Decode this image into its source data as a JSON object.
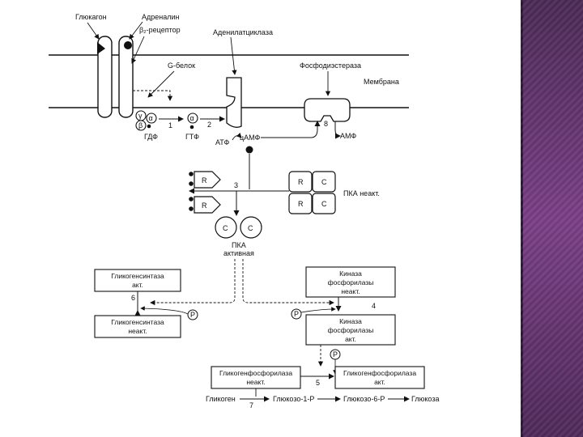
{
  "colors": {
    "sidebar": "#6b3a78",
    "ink": "#111111"
  },
  "labels": {
    "glucagon": "Глюкагон",
    "adrenaline": "Адреналин",
    "beta2_receptor": "β₂-рецептор",
    "adenylate_cyclase": "Аденилатциклаза",
    "g_protein": "G-белок",
    "phosphodiesterase": "Фосфодиэстераза",
    "membrane": "Мембрана",
    "gamma": "γ",
    "alpha": "α",
    "beta": "β",
    "alpha2": "α",
    "gdp": "ГДФ",
    "gtp": "ГТФ",
    "atp": "АТФ",
    "camp": "цАМФ",
    "amp": "АМФ",
    "step1": "1",
    "step2": "2",
    "step3": "3",
    "step4": "4",
    "step5": "5",
    "step6": "6",
    "step7": "7",
    "step8": "8",
    "r_top": "R",
    "r_bottom": "R",
    "c1": "C",
    "c2": "C",
    "pka_r1": "R",
    "pka_c1": "C",
    "pka_r2": "R",
    "pka_c2": "C",
    "pka_inactive": "ПКА неакт.",
    "pka_active_1": "ПКА",
    "pka_active_2": "активная",
    "p1": "P",
    "p2": "P",
    "p3": "P"
  },
  "boxes": {
    "gs_active": [
      "Гликогенсинтаза",
      "акт."
    ],
    "gs_inactive": [
      "Гликогенсинтаза",
      "неакт."
    ],
    "pk_inactive": [
      "Киназа",
      "фосфорилазы",
      "неакт."
    ],
    "pk_active": [
      "Киназа",
      "фосфорилазы",
      "акт."
    ],
    "gp_inactive": [
      "Гликогенфосфорилаза",
      "неакт."
    ],
    "gp_active": [
      "Гликогенфосфорилаза",
      "акт."
    ]
  },
  "pathway": [
    "Гликоген",
    "Глюкозо-1-Р",
    "Глюкозо-6-Р",
    "Глюкоза"
  ]
}
